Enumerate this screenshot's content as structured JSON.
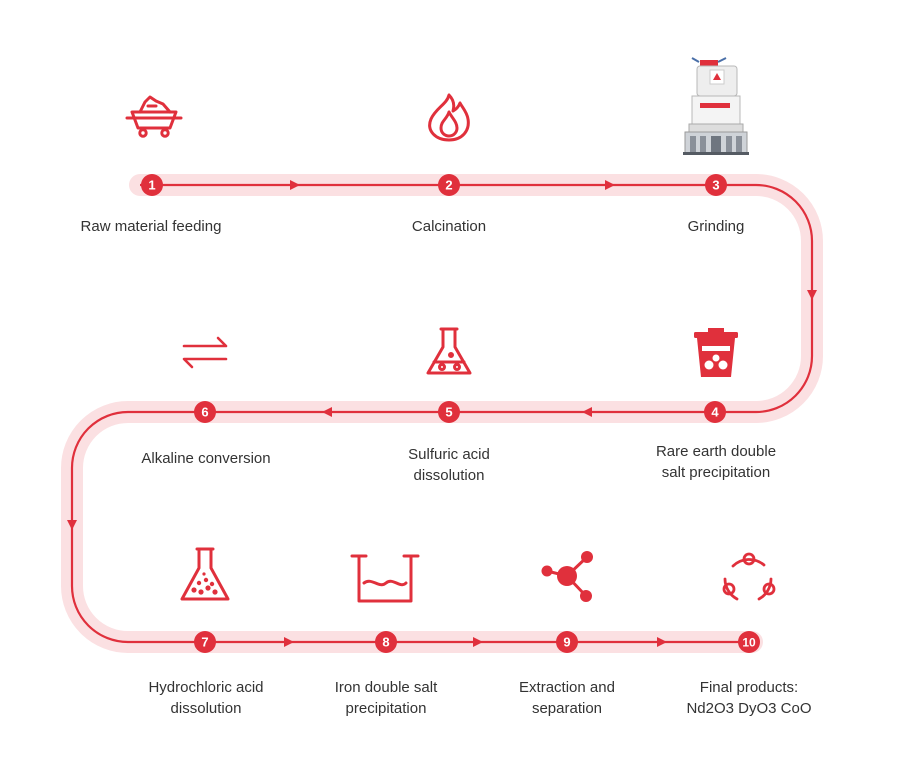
{
  "colors": {
    "accent": "#e0303c",
    "track": "#fbe0e2",
    "text": "#333333",
    "number_text": "#ffffff"
  },
  "steps": [
    {
      "number": "1",
      "icon": "ore-cart-icon",
      "label_lines": [
        "Raw material feeding"
      ]
    },
    {
      "number": "2",
      "icon": "flame-icon",
      "label_lines": [
        "Calcination"
      ]
    },
    {
      "number": "3",
      "icon": "grinding-mill-image",
      "label_lines": [
        "Grinding"
      ]
    },
    {
      "number": "4",
      "icon": "precipitation-tank-icon",
      "label_lines": [
        "Rare earth double",
        "salt precipitation"
      ]
    },
    {
      "number": "5",
      "icon": "flask-icon",
      "label_lines": [
        "Sulfuric acid",
        "dissolution"
      ]
    },
    {
      "number": "6",
      "icon": "exchange-arrows-icon",
      "label_lines": [
        "Alkaline conversion"
      ]
    },
    {
      "number": "7",
      "icon": "flask-dots-icon",
      "label_lines": [
        "Hydrochloric acid",
        "dissolution"
      ]
    },
    {
      "number": "8",
      "icon": "container-icon",
      "label_lines": [
        "Iron double salt",
        "precipitation"
      ]
    },
    {
      "number": "9",
      "icon": "molecule-share-icon",
      "label_lines": [
        "Extraction and",
        "separation"
      ]
    },
    {
      "number": "10",
      "icon": "cycle-icon",
      "label_lines": [
        "Final products:",
        "Nd2O3 DyO3 CoO"
      ]
    }
  ]
}
